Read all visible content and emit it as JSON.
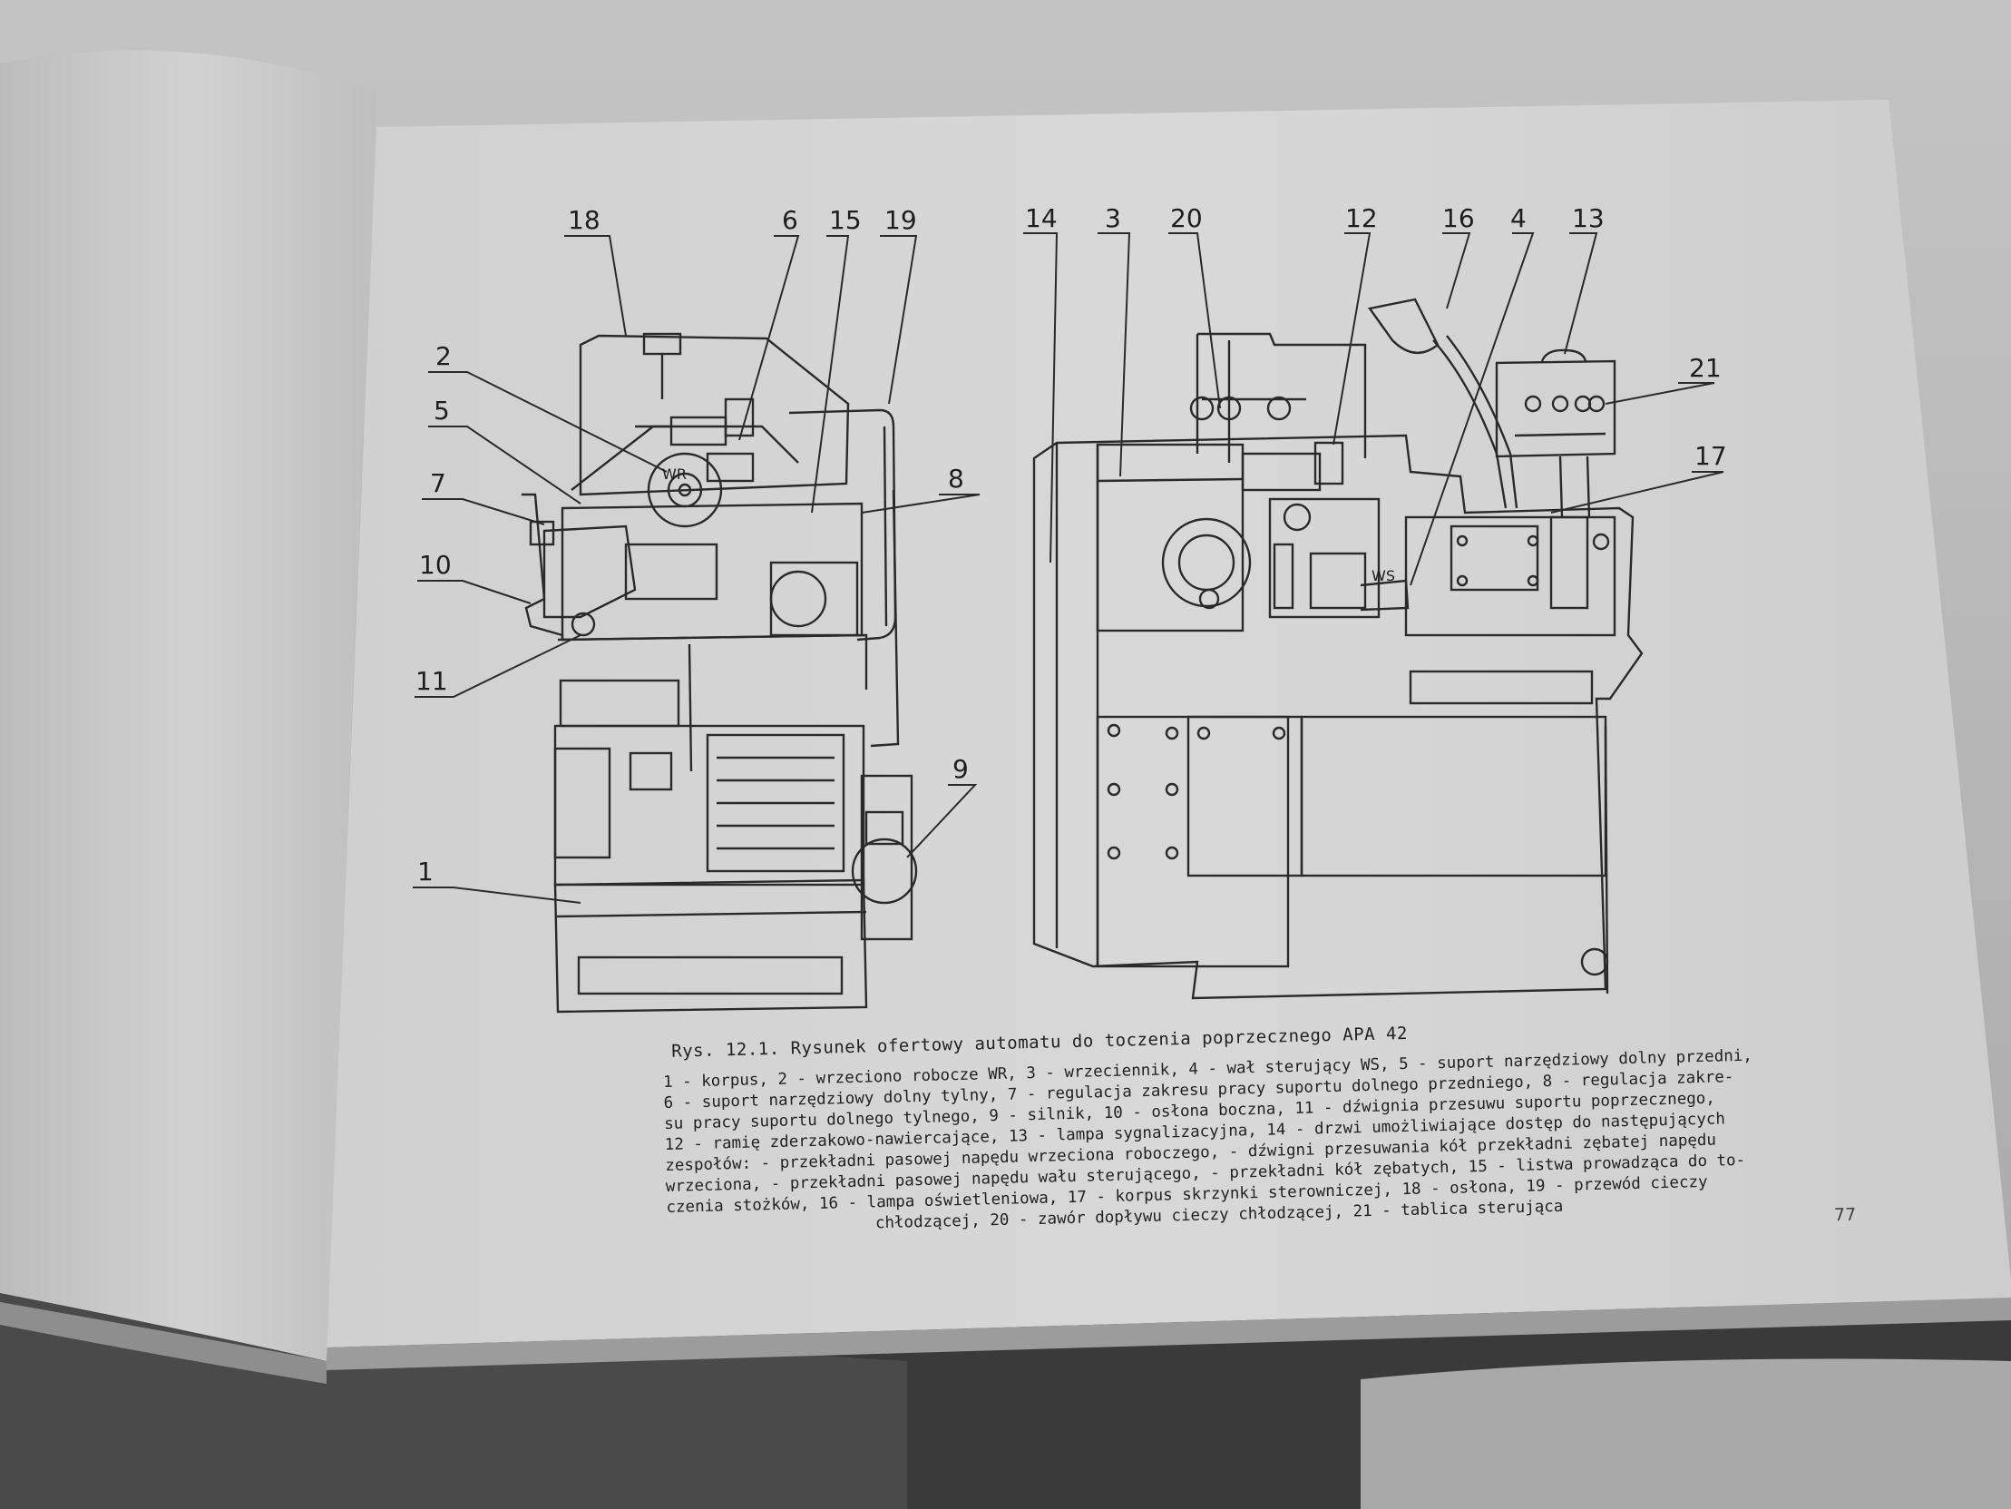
{
  "figure": {
    "callouts_left": [
      "18",
      "6",
      "15",
      "19",
      "2",
      "5",
      "7",
      "8",
      "10",
      "11",
      "9",
      "1"
    ],
    "callouts_right": [
      "14",
      "3",
      "20",
      "12",
      "16",
      "4",
      "13",
      "21",
      "17"
    ],
    "spindle_label": "WR",
    "shaft_label": "WS"
  },
  "caption": {
    "title": "Rys. 12.1. Rysunek ofertowy automatu do toczenia poprzecznego APA 42",
    "lines": [
      "1 - korpus, 2 - wrzeciono robocze WR, 3 - wrzeciennik, 4 - wał sterujący WS, 5 - suport narzędziowy dolny przedni,",
      "6 - suport narzędziowy dolny tylny, 7 - regulacja zakresu pracy suportu dolnego przedniego, 8 - regulacja zakre-",
      "su pracy suportu dolnego tylnego, 9 - silnik, 10 - osłona boczna, 11 - dźwignia przesuwu suportu poprzecznego,",
      "12 - ramię zderzakowo-nawiercające, 13 - lampa sygnalizacyjna, 14 - drzwi umożliwiające dostęp do następujących",
      "zespołów: - przekładni pasowej napędu wrzeciona roboczego, - dźwigni przesuwania kół przekładni zębatej napędu",
      "wrzeciona, - przekładni pasowej napędu wału sterującego, - przekładni kół zębatych, 15 - listwa prowadząca do to-",
      "czenia stożków, 16 - lampa oświetleniowa, 17 - korpus skrzynki sterowniczej, 18 - osłona, 19 - przewód cieczy",
      "chłodzącej, 20 - zawór dopływu cieczy chłodzącej, 21 - tablica sterująca"
    ]
  },
  "page_number": "77"
}
